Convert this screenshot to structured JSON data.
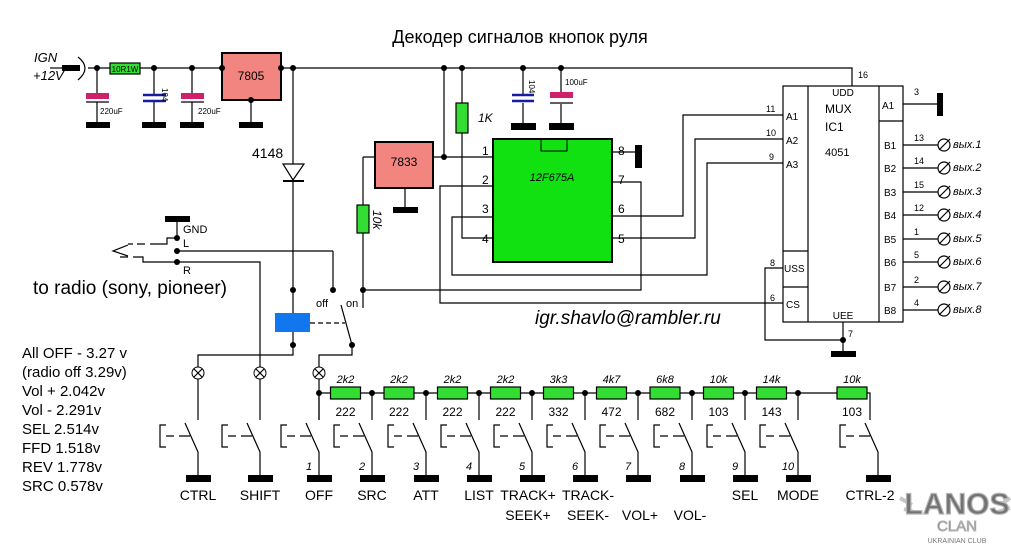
{
  "title": "Декодер сигналов кнопок руля",
  "power": {
    "ign": "IGN",
    "voltage": "+12V",
    "resistor": "10R1W",
    "cap1": "220uF",
    "cap2": "104",
    "cap3": "220uF",
    "regulator5v": "7805",
    "diode": "4148"
  },
  "mcu": {
    "regulator3v3": "7833",
    "pullup": "1K",
    "series_resistor": "10k",
    "cap_a": "104",
    "cap_b": "100uF",
    "chip": "12F675A",
    "pins_left": [
      "1",
      "2",
      "3",
      "4"
    ],
    "pins_right": [
      "8",
      "7",
      "6",
      "5"
    ]
  },
  "mux": {
    "name": "MUX",
    "ref": "IC1",
    "part": "4051",
    "udd": "UDD",
    "uee": "UEE",
    "uss": "USS",
    "cs": "CS",
    "pin_udd": "16",
    "pin_uee": "7",
    "pin_uss": "8",
    "pin_cs": "6",
    "addr": [
      {
        "label": "A1",
        "pin": "11"
      },
      {
        "label": "A2",
        "pin": "10"
      },
      {
        "label": "A3",
        "pin": "9"
      }
    ],
    "common": {
      "label": "A1",
      "pin": "3"
    },
    "outputs": [
      {
        "label": "B1",
        "pin": "13",
        "name": "вых.1"
      },
      {
        "label": "B2",
        "pin": "14",
        "name": "вых.2"
      },
      {
        "label": "B3",
        "pin": "15",
        "name": "вых.3"
      },
      {
        "label": "B4",
        "pin": "12",
        "name": "вых.4"
      },
      {
        "label": "B5",
        "pin": "1",
        "name": "вых.5"
      },
      {
        "label": "B6",
        "pin": "5",
        "name": "вых.6"
      },
      {
        "label": "B7",
        "pin": "2",
        "name": "вых.7"
      },
      {
        "label": "B8",
        "pin": "4",
        "name": "вых.8"
      }
    ]
  },
  "jack": {
    "gnd": "GND",
    "l": "L",
    "r": "R",
    "caption": "to radio (sony, pioneer)"
  },
  "relay": {
    "off": "off",
    "on": "on"
  },
  "email": "igr.shavlo@rambler.ru",
  "notes": [
    "All OFF - 3.27 v",
    " (radio off 3.29v)",
    "Vol + 2.042v",
    "Vol - 2.291v",
    "SEL 2.514v",
    "FFD 1.518v",
    "REV 1.778v",
    "SRC 0.578v"
  ],
  "ladder": [
    {
      "value": "2k2",
      "code": "222"
    },
    {
      "value": "2k2",
      "code": "222"
    },
    {
      "value": "2k2",
      "code": "222"
    },
    {
      "value": "2k2",
      "code": "222"
    },
    {
      "value": "3k3",
      "code": "332"
    },
    {
      "value": "4k7",
      "code": "472"
    },
    {
      "value": "6k8",
      "code": "682"
    },
    {
      "value": "10k",
      "code": "103"
    },
    {
      "value": "14k",
      "code": "143"
    },
    {
      "value": "10k",
      "code": "103"
    }
  ],
  "buttons": [
    {
      "num": "",
      "label": "CTRL",
      "label2": ""
    },
    {
      "num": "",
      "label": "SHIFT",
      "label2": ""
    },
    {
      "num": "1",
      "label": "OFF",
      "label2": ""
    },
    {
      "num": "2",
      "label": "SRC",
      "label2": ""
    },
    {
      "num": "3",
      "label": "ATT",
      "label2": ""
    },
    {
      "num": "4",
      "label": "LIST",
      "label2": ""
    },
    {
      "num": "5",
      "label": "TRACK+",
      "label2": "SEEK+"
    },
    {
      "num": "6",
      "label": "TRACK-",
      "label2": "SEEK-"
    },
    {
      "num": "7",
      "label": "",
      "label2": "VOL+"
    },
    {
      "num": "8",
      "label": "",
      "label2": "VOL-"
    },
    {
      "num": "9",
      "label": "SEL",
      "label2": ""
    },
    {
      "num": "10",
      "label": "MODE",
      "label2": ""
    },
    {
      "num": "",
      "label": "CTRL-2",
      "label2": ""
    }
  ],
  "logo": {
    "line1": "LANOS",
    "line2": "CLAN",
    "line3": "UKRAINIAN CLUB"
  },
  "colors": {
    "regulator": "#f28580",
    "resistor": "#33dd33",
    "chip": "#11e011",
    "relay": "#1177ee",
    "electrolytic": "#d0206a",
    "ceramic": "#1a1aa0"
  }
}
